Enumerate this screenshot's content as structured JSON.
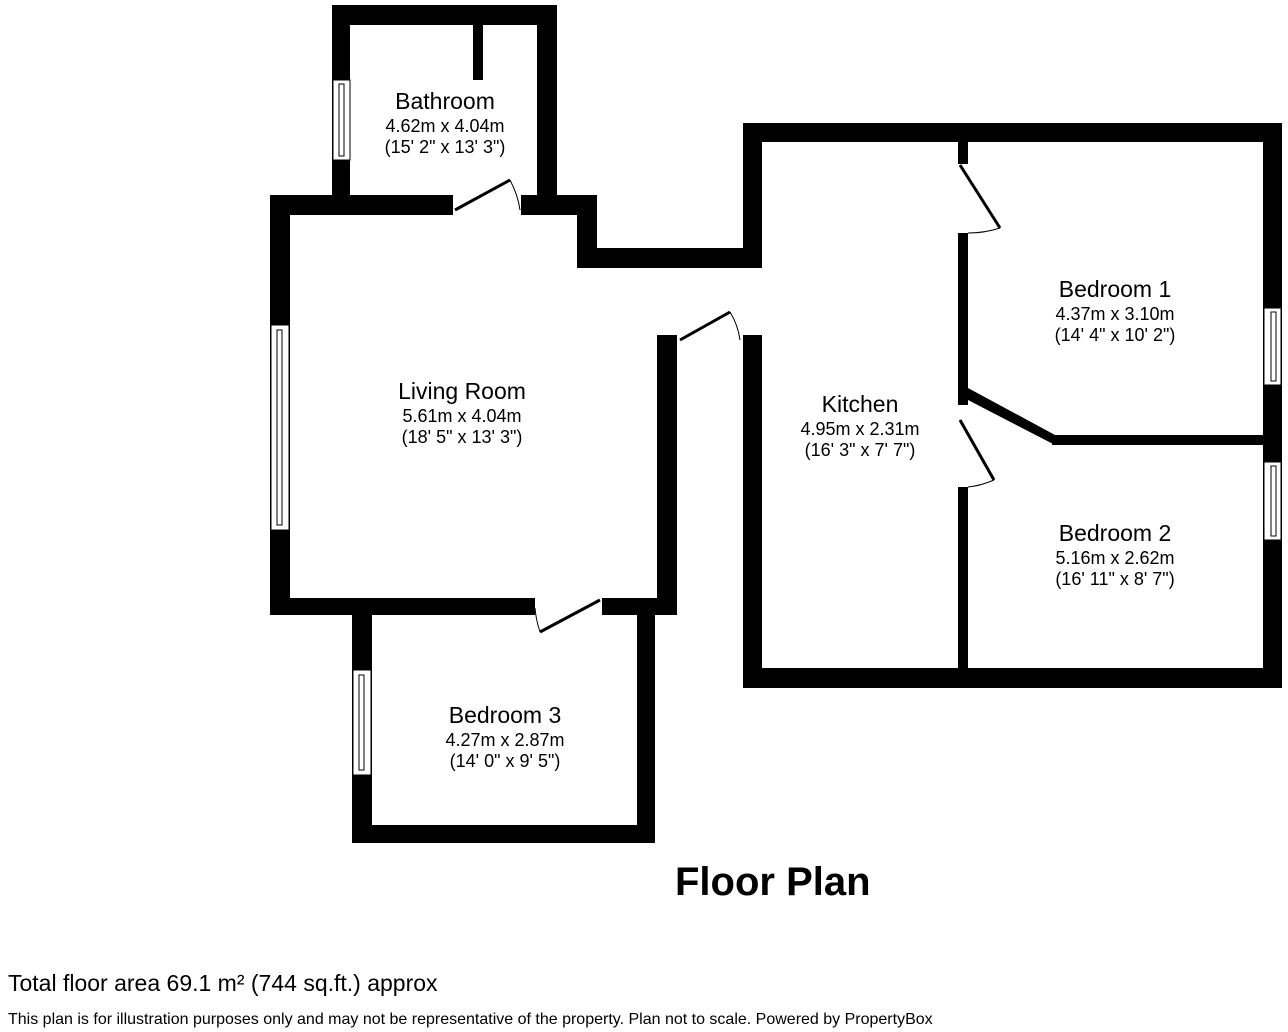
{
  "title": "Floor Plan",
  "rooms": [
    {
      "name": "Bathroom",
      "metric": "4.62m x 4.04m",
      "imperial": "(15' 2\" x 13' 3\")"
    },
    {
      "name": "Living Room",
      "metric": "5.61m x 4.04m",
      "imperial": "(18' 5\" x 13' 3\")"
    },
    {
      "name": "Kitchen",
      "metric": "4.95m x 2.31m",
      "imperial": "(16' 3\" x 7' 7\")"
    },
    {
      "name": "Bedroom 1",
      "metric": "4.37m x 3.10m",
      "imperial": "(14' 4\" x 10' 2\")"
    },
    {
      "name": "Bedroom 2",
      "metric": "5.16m x 2.62m",
      "imperial": "(16' 11\" x 8' 7\")"
    },
    {
      "name": "Bedroom 3",
      "metric": "4.27m x 2.87m",
      "imperial": "(14' 0\" x 9' 5\")"
    }
  ],
  "total_area": "Total floor area 69.1 m² (744 sq.ft.) approx",
  "disclaimer": "This plan is for illustration purposes only and may not be representative of the property. Plan not to scale. Powered by PropertyBox"
}
